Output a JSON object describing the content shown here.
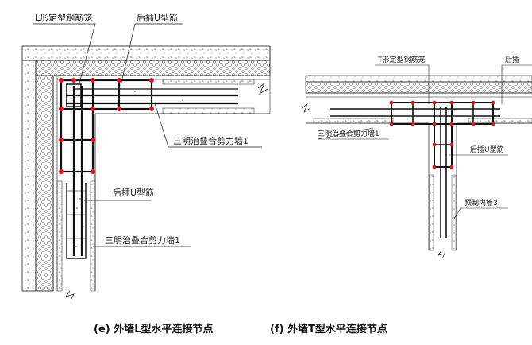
{
  "figure_e": {
    "label_l_rebar_cage": "L形定型钢筋笼",
    "label_u_bar_top": "后插U型筋",
    "label_wall_right": "三明治叠合剪力墙1",
    "label_u_bar_lower": "后插U型筋",
    "label_wall_lower": "三明治叠合剪力墙1",
    "caption": "(e)  外墙L型水平连接节点"
  },
  "figure_f": {
    "label_t_rebar_cage": "T形定型钢筋笼",
    "label_top_right_cut": "后插",
    "label_wall_left": "三明治叠合剪力墙1",
    "label_u_bar": "后插U型筋",
    "label_inner_wall": "预制内墙3",
    "caption": "(f)  外墙T型水平连接节点"
  },
  "colors": {
    "line": "#1a1a1a",
    "hatch": "#777777",
    "rebar_dot": "#e8141c"
  }
}
